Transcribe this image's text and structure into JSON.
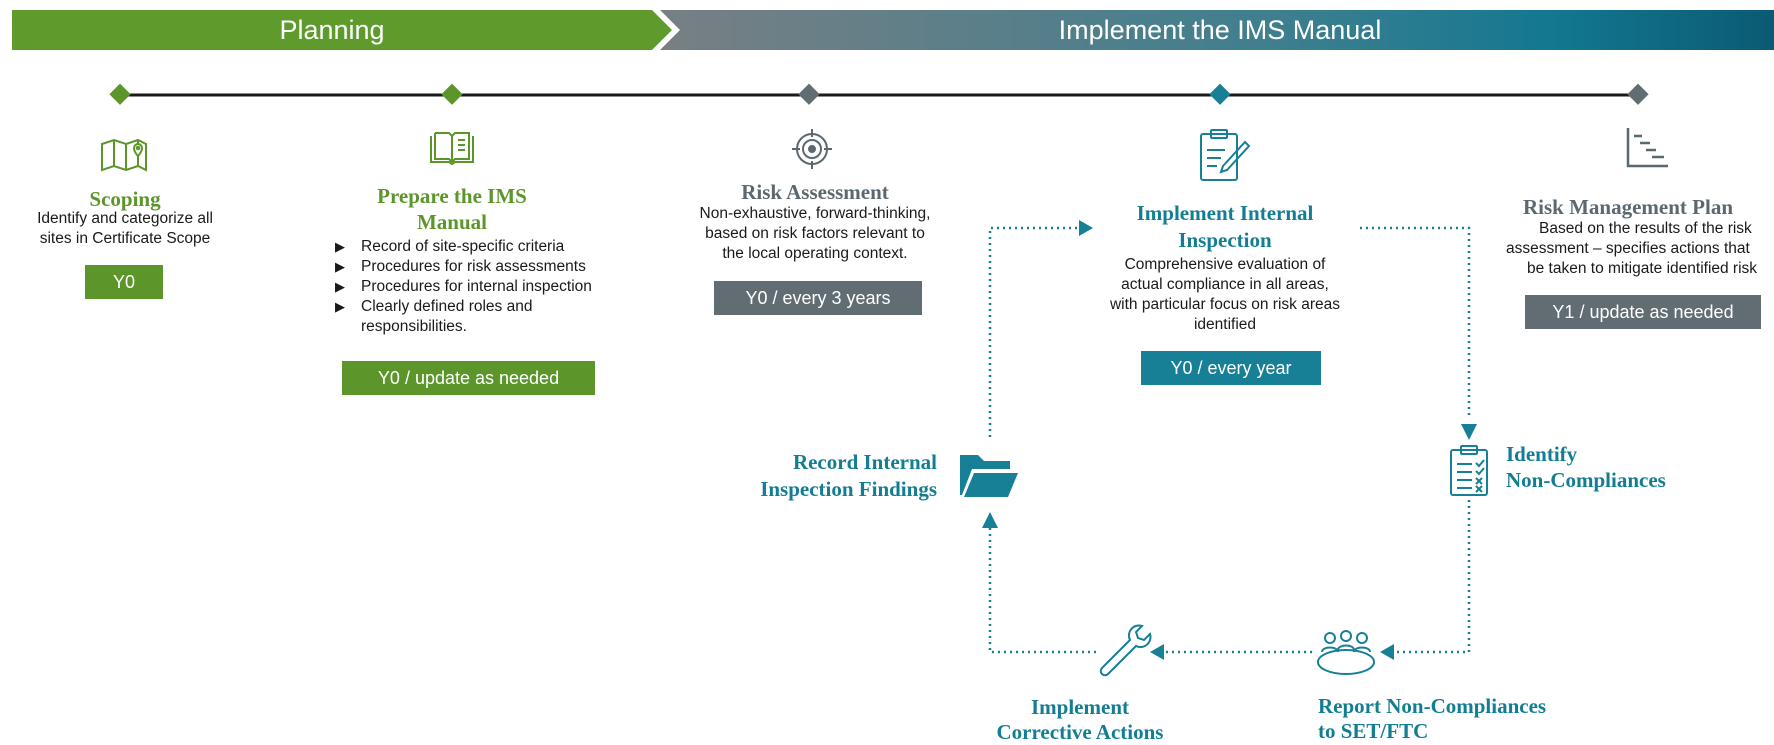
{
  "banner": {
    "planning_label": "Planning",
    "implement_label": "Implement the IMS Manual"
  },
  "steps": [
    {
      "title": "Scoping",
      "description": "Identify and categorize all sites in Certificate Scope",
      "badge": "Y0",
      "icon": "map-icon"
    },
    {
      "title_line1": "Prepare the IMS",
      "title_line2": "Manual",
      "bullets": [
        "Record of site-specific criteria",
        "Procedures for risk assessments",
        "Procedures for internal inspection",
        "Clearly defined roles and responsibilities."
      ],
      "badge": "Y0 / update as needed",
      "icon": "manual-book-icon"
    },
    {
      "title": "Risk Assessment",
      "description_line1": "Non-exhaustive, forward-thinking,",
      "description_line2": "based on risk factors relevant to",
      "description_line3": "the local operating context.",
      "badge": "Y0 / every 3 years",
      "icon": "target-icon"
    },
    {
      "title_line1": "Implement Internal",
      "title_line2": "Inspection",
      "description_line1": "Comprehensive evaluation of",
      "description_line2": "actual compliance in all areas,",
      "description_line3": "with particular focus on risk areas",
      "description_line4": "identified",
      "badge": "Y0 / every year",
      "icon": "clipboard-pencil-icon"
    },
    {
      "title": "Risk Management Plan",
      "description_line1": "Based on the results of the risk",
      "description_line2": "assessment – specifies actions that",
      "description_line3": "be taken to mitigate identified risk",
      "badge": "Y1 / update as needed",
      "icon": "stepped-chart-icon"
    }
  ],
  "cycle": {
    "record_line1": "Record Internal",
    "record_line2": "Inspection Findings",
    "identify_line1": "Identify",
    "identify_line2": "Non-Compliances",
    "report_line1": "Report Non-Compliances",
    "report_line2": "to SET/FTC",
    "corrective_line1": "Implement",
    "corrective_line2": "Corrective Actions"
  },
  "colors": {
    "green": "#5c962b",
    "gray": "#626d73",
    "teal": "#177f96",
    "dark_teal": "#0b5a73"
  }
}
